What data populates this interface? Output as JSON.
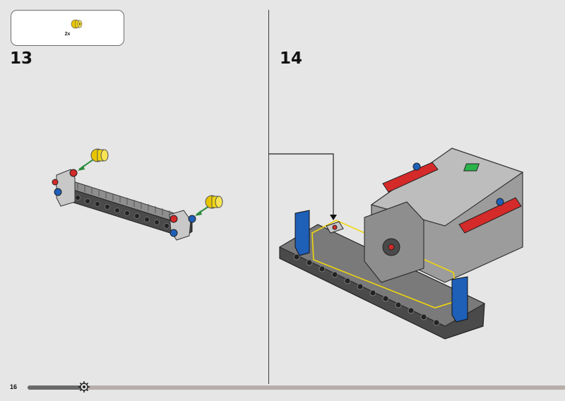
{
  "page": {
    "number": "16"
  },
  "parts_callout": {
    "quantity": "2x",
    "part_icon": "yellow-pin-connector-icon"
  },
  "steps": [
    {
      "number": "13"
    },
    {
      "number": "14"
    }
  ],
  "progress": {
    "fraction": 0.105,
    "marker_icon": "gear-progress-icon"
  },
  "colors": {
    "background": "#e6e6e6",
    "frame_dark": "#4a4a4a",
    "frame_light": "#8e8e8e",
    "red": "#d42a2a",
    "blue": "#1e5fb8",
    "yellow": "#f1d60c",
    "green_arrow": "#2c8a3c",
    "motor_body": "#9c9c9c",
    "motor_top": "#bdbdbd",
    "led_green": "#2ab34a"
  }
}
